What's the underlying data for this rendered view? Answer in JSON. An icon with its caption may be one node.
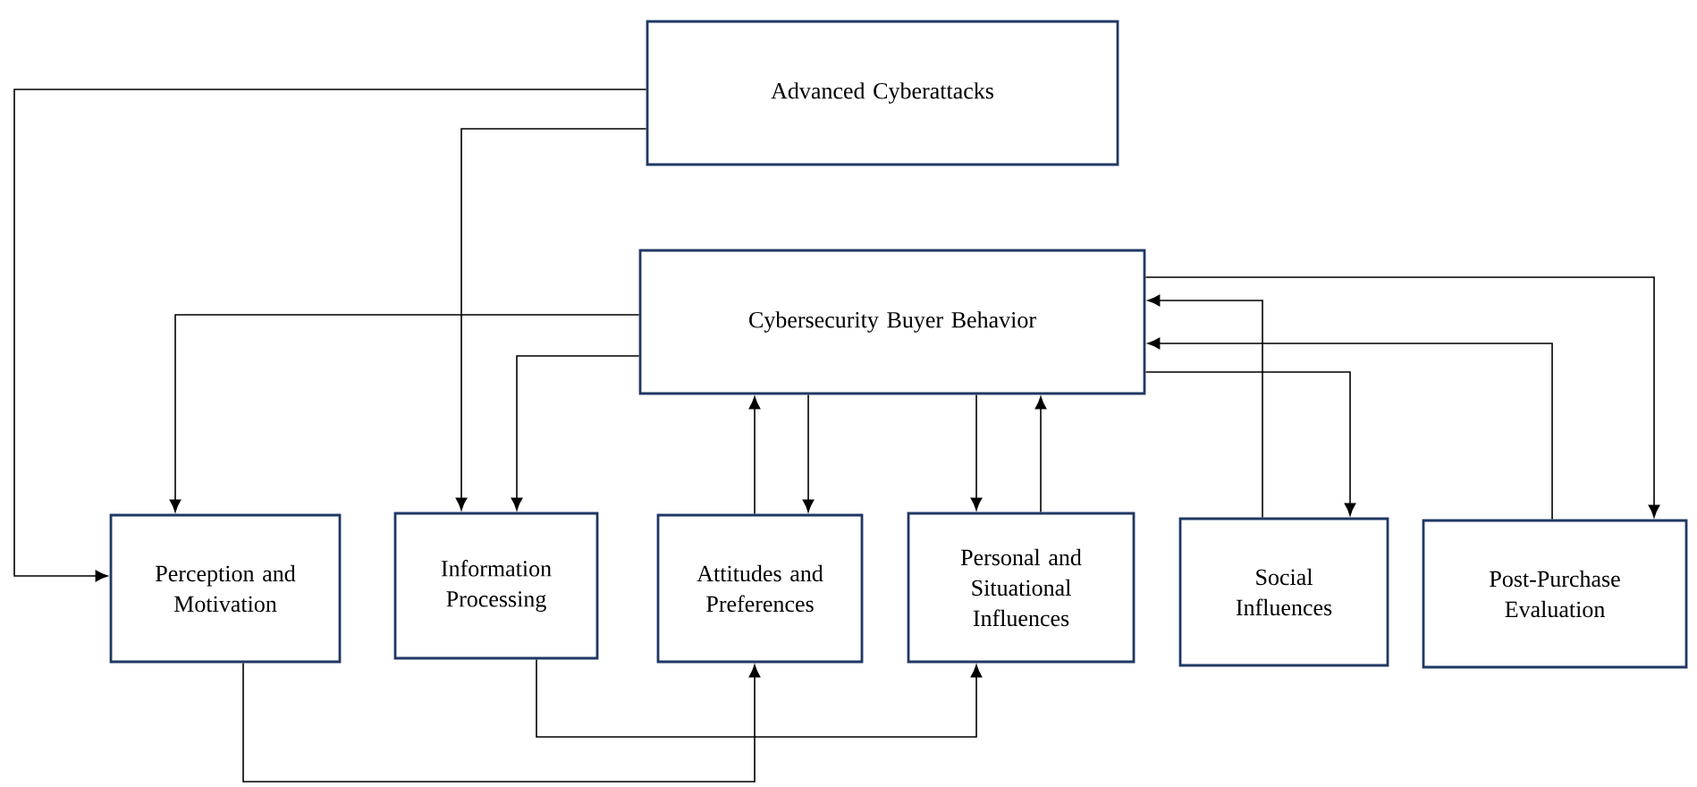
{
  "diagram": {
    "nodes": [
      {
        "text": [
          "Advanced Cyberattacks"
        ]
      },
      {
        "text": [
          "Cybersecurity Buyer Behavior"
        ]
      },
      {
        "text": [
          "Perception and Motivation"
        ]
      },
      {
        "text": [
          "Information Processing"
        ]
      },
      {
        "text": [
          "Attitudes and Preferences"
        ]
      },
      {
        "text": [
          "Personal and Situational Influences"
        ]
      },
      {
        "text": [
          "Social Influences"
        ]
      },
      {
        "text": [
          "Post-Purchase Evaluation"
        ]
      }
    ],
    "edges": [
      {
        "from": 0,
        "to": 2,
        "arrow": "to"
      },
      {
        "from": 0,
        "to": 3,
        "arrow": "to"
      },
      {
        "from": 1,
        "to": 2,
        "arrow": "to"
      },
      {
        "from": 1,
        "to": 3,
        "arrow": "to"
      },
      {
        "from": 4,
        "to": 1,
        "arrow": "to"
      },
      {
        "from": 1,
        "to": 4,
        "arrow": "to"
      },
      {
        "from": 1,
        "to": 5,
        "arrow": "to"
      },
      {
        "from": 5,
        "to": 1,
        "arrow": "to"
      },
      {
        "from": 6,
        "to": 1,
        "arrow": "to"
      },
      {
        "from": 7,
        "to": 1,
        "arrow": "to"
      },
      {
        "from": 1,
        "to": 6,
        "arrow": "to"
      },
      {
        "from": 1,
        "to": 7,
        "arrow": "to"
      },
      {
        "from": 2,
        "to": 4,
        "arrow": "to"
      },
      {
        "from": 3,
        "to": 5,
        "arrow": "to"
      }
    ]
  }
}
